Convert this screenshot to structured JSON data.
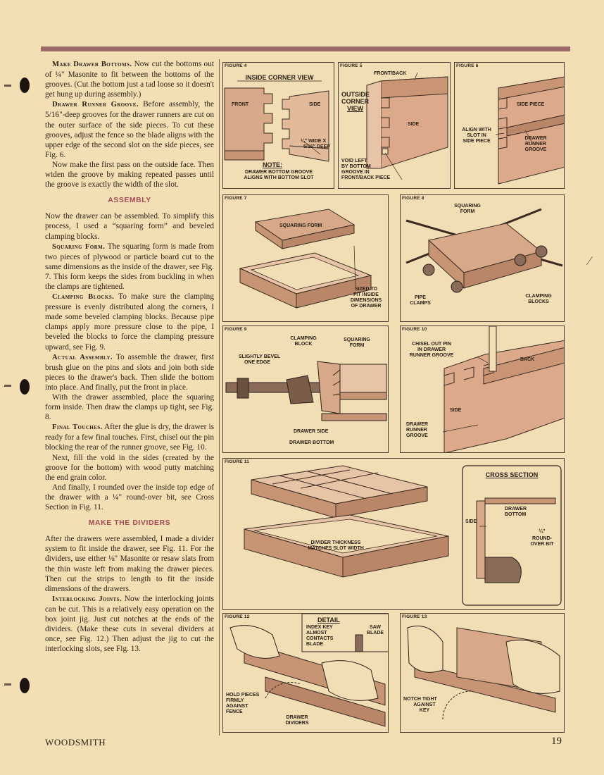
{
  "article": {
    "paragraphs": [
      {
        "runin": "Make Drawer Bottoms.",
        "text": " Now cut the bottoms out of ¼\" Masonite to fit between the bottoms of the grooves. (Cut the bottom just a tad loose so it doesn't get hung up during assembly.)"
      },
      {
        "runin": "Drawer Runner Groove.",
        "text": " Before assembly, the 5/16\"-deep grooves for the drawer runners are cut on the outer surface of the side pieces. To cut these grooves, adjust the fence so the blade aligns with the upper edge of the second slot on the side pieces, see Fig. 6."
      },
      {
        "runin": "",
        "text": "Now make the first pass on the outside face. Then widen the groove by making repeated passes until the groove is exactly the width of the slot."
      }
    ],
    "assembly_heading": "ASSEMBLY",
    "assembly_paragraphs": [
      {
        "runin": "",
        "text": "Now the drawer can be assembled. To simplify this process, I used a “squaring form” and beveled clamping blocks.",
        "noind": true
      },
      {
        "runin": "Squaring Form.",
        "text": " The squaring form is made from two pieces of plywood or particle board cut to the same dimensions as the inside of the drawer, see Fig. 7. This form keeps the sides from buckling in when the clamps are tightened."
      },
      {
        "runin": "Clamping Blocks.",
        "text": " To make sure the clamping pressure is evenly distributed along the corners, I made some beveled clamping blocks. Because pipe clamps apply more pressure close to the pipe, I beveled the blocks to force the clamping pressure upward, see Fig. 9."
      },
      {
        "runin": "Actual Assembly.",
        "text": " To assemble the drawer, first brush glue on the pins and slots and join both side pieces to the drawer's back. Then slide the bottom into place. And finally, put the front in place."
      },
      {
        "runin": "",
        "text": "With the drawer assembled, place the squaring form inside. Then draw the clamps up tight, see Fig. 8."
      },
      {
        "runin": "Final Touches.",
        "text": " After the glue is dry, the drawer is ready for a few final touches. First, chisel out the pin blocking the rear of the runner groove, see Fig. 10."
      },
      {
        "runin": "",
        "text": "Next, fill the void in the sides (created by the groove for the bottom) with wood putty matching the end grain color."
      },
      {
        "runin": "",
        "text": "And finally, I rounded over the inside top edge of the drawer with a ¼\" round-over bit, see Cross Section in Fig. 11."
      }
    ],
    "dividers_heading": "MAKE THE DIVIDERS",
    "dividers_paragraphs": [
      {
        "runin": "",
        "text": "After the drawers were assembled, I made a divider system to fit inside the drawer, see Fig. 11. For the dividers, use either ⅛\" Masonite or resaw slats from the thin waste left from making the drawer pieces. Then cut the strips to length to fit the inside dimensions of the drawers.",
        "noind": true
      },
      {
        "runin": "Interlocking Joints.",
        "text": " Now the interlocking joints can be cut. This is a relatively easy operation on the box joint jig. Just cut notches at the ends of the dividers. (Make these cuts in several dividers at once, see Fig. 12.) Then adjust the jig to cut the interlocking slots, see Fig. 13."
      }
    ]
  },
  "figures": {
    "fig4": {
      "tag": "FIGURE 4",
      "title": "INSIDE CORNER VIEW",
      "front": "FRONT",
      "side": "SIDE",
      "wide": "¼\" WIDE x",
      "deep": "5/16\" DEEP",
      "note_title": "NOTE:",
      "note_l1": "DRAWER BOTTOM GROOVE",
      "note_l2": "ALIGNS WITH BOTTOM SLOT"
    },
    "fig5": {
      "tag": "FIGURE 5",
      "frontback": "FRONT/BACK",
      "outside": "OUTSIDE",
      "corner": "CORNER",
      "view": "VIEW",
      "side": "SIDE",
      "void_l1": "VOID LEFT",
      "void_l2": "BY BOTTOM",
      "void_l3": "GROOVE IN",
      "void_l4": "FRONT/BACK PIECE"
    },
    "fig6": {
      "tag": "FIGURE 6",
      "side_piece": "SIDE PIECE",
      "align_l1": "ALIGN WITH",
      "align_l2": "SLOT IN",
      "align_l3": "SIDE PIECE",
      "runner_l1": "DRAWER",
      "runner_l2": "RUNNER",
      "runner_l3": "GROOVE"
    },
    "fig7": {
      "tag": "FIGURE 7",
      "squaring": "SQUARING FORM",
      "sized_l1": "SIZED TO",
      "sized_l2": "FIT INSIDE",
      "sized_l3": "DIMENSIONS",
      "sized_l4": "OF DRAWER"
    },
    "fig8": {
      "tag": "FIGURE 8",
      "squaring_l1": "SQUARING",
      "squaring_l2": "FORM",
      "pipe_l1": "PIPE",
      "pipe_l2": "CLAMPS",
      "blocks_l1": "CLAMPING",
      "blocks_l2": "BLOCKS"
    },
    "fig9": {
      "tag": "FIGURE 9",
      "bevel_l1": "SLIGHTLY BEVEL",
      "bevel_l2": "ONE EDGE",
      "block_l1": "CLAMPING",
      "block_l2": "BLOCK",
      "form_l1": "SQUARING",
      "form_l2": "FORM",
      "side": "DRAWER SIDE",
      "bottom": "DRAWER BOTTOM"
    },
    "fig10": {
      "tag": "FIGURE 10",
      "chisel_l1": "CHISEL OUT PIN",
      "chisel_l2": "IN DRAWER",
      "chisel_l3": "RUNNER GROOVE",
      "back": "BACK",
      "side": "SIDE",
      "runner_l1": "DRAWER",
      "runner_l2": "RUNNER",
      "runner_l3": "GROOVE"
    },
    "fig11": {
      "tag": "FIGURE 11",
      "divider_l1": "DIVIDER THICKNESS",
      "divider_l2": "MATCHES SLOT WIDTH",
      "cross": "CROSS SECTION",
      "side": "SIDE",
      "bottom_l1": "DRAWER",
      "bottom_l2": "BOTTOM",
      "bit_l1": "¼\"",
      "bit_l2": "ROUND-",
      "bit_l3": "OVER BIT"
    },
    "fig12": {
      "tag": "FIGURE 12",
      "detail": "DETAIL",
      "index_l1": "INDEX KEY",
      "index_l2": "ALMOST",
      "index_l3": "CONTACTS",
      "index_l4": "BLADE",
      "saw_l1": "SAW",
      "saw_l2": "BLADE",
      "hold_l1": "HOLD PIECES",
      "hold_l2": "FIRMLY",
      "hold_l3": "AGAINST",
      "hold_l4": "FENCE",
      "div_l1": "DRAWER",
      "div_l2": "DIVIDERS"
    },
    "fig13": {
      "tag": "FIGURE 13",
      "notch_l1": "NOTCH TIGHT",
      "notch_l2": "AGAINST",
      "notch_l3": "KEY"
    }
  },
  "footer": {
    "magazine": "WOODSMITH",
    "page": "19"
  }
}
